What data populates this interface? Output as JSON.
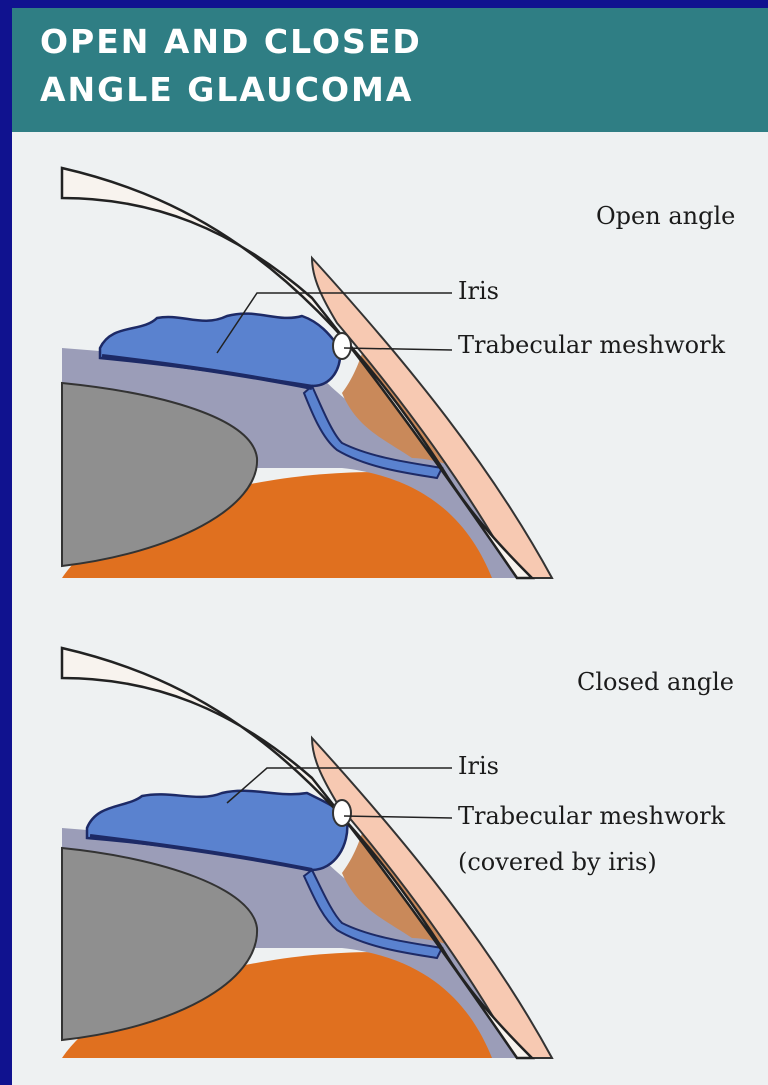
{
  "header": {
    "title_line1": "OPEN AND CLOSED",
    "title_line2": "ANGLE GLAUCOMA"
  },
  "diagrams": [
    {
      "heading": "Open angle",
      "labels": {
        "iris": "Iris",
        "meshwork": "Trabecular meshwork"
      }
    },
    {
      "heading": "Closed angle",
      "labels": {
        "iris": "Iris",
        "meshwork": "Trabecular meshwork",
        "meshwork_note": "(covered by iris)"
      }
    }
  ],
  "colors": {
    "background": "#10128f",
    "header": "#2f7e84",
    "panel": "#eef1f2",
    "cornea": "#f6dccd",
    "sclera": "#f7c9b2",
    "iris": "#5a82cf",
    "ciliary": "#c9895a",
    "vitreous": "#e0701f",
    "lens": "#8f8f8f"
  }
}
